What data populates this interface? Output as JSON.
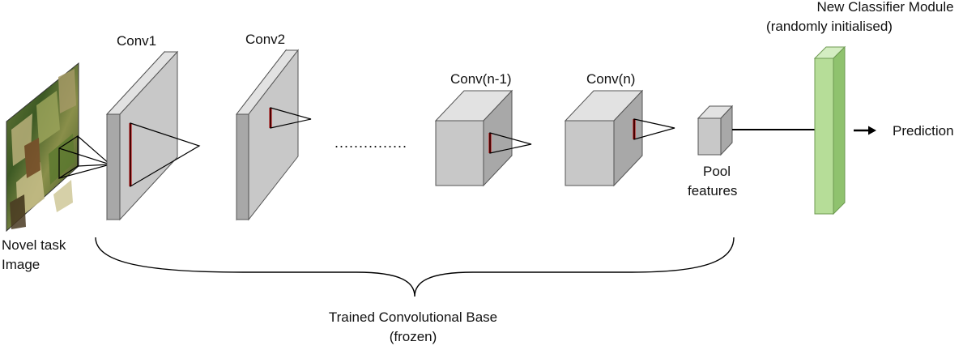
{
  "labels": {
    "input_image": [
      "Novel task",
      "Image"
    ],
    "conv1": "Conv1",
    "conv2": "Conv2",
    "conv_n_minus_1": "Conv(n-1)",
    "conv_n": "Conv(n)",
    "pool_features": [
      "Pool",
      "features"
    ],
    "classifier": [
      "New Classifier Module",
      "(randomly initialised)"
    ],
    "prediction": "Prediction",
    "base": [
      "Trained Convolutional Base",
      "(frozen)"
    ],
    "ellipsis": "..............."
  },
  "colors": {
    "layer_gray": "#c8c8c8",
    "layer_gray_dark": "#a8a8a8",
    "layer_gray_top": "#e2e2e2",
    "filter_red": "#c00000",
    "classifier_green": "#b6dd98",
    "classifier_green_dark": "#8fc26e",
    "classifier_green_top": "#d4edc2",
    "stroke": "#555555"
  },
  "icons": {
    "input_image": "photo-foliage-image",
    "arrow": "right-arrow-icon"
  }
}
